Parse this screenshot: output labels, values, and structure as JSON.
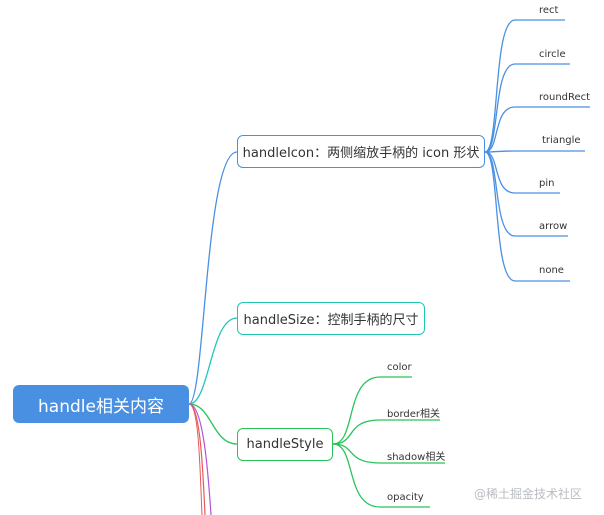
{
  "root": {
    "label": "handle相关内容"
  },
  "branches": {
    "icon": {
      "label": "handleIcon：两侧缩放手柄的 icon 形状",
      "children": [
        "rect",
        "circle",
        "roundRect",
        "triangle",
        "pin",
        "arrow",
        "none"
      ]
    },
    "size": {
      "label": "handleSize：控制手柄的尺寸"
    },
    "style": {
      "label": "handleStyle",
      "children": [
        "color",
        "border相关",
        "shadow相关",
        "opacity"
      ]
    }
  },
  "watermark": "@稀土掘金技术社区",
  "colors": {
    "root": "#4a90e2",
    "icon_branch": "#4a90e2",
    "size_branch": "#1fc8b5",
    "style_branch": "#29c45a",
    "extra_branches": [
      "#e85a5a",
      "#b455d8"
    ]
  }
}
